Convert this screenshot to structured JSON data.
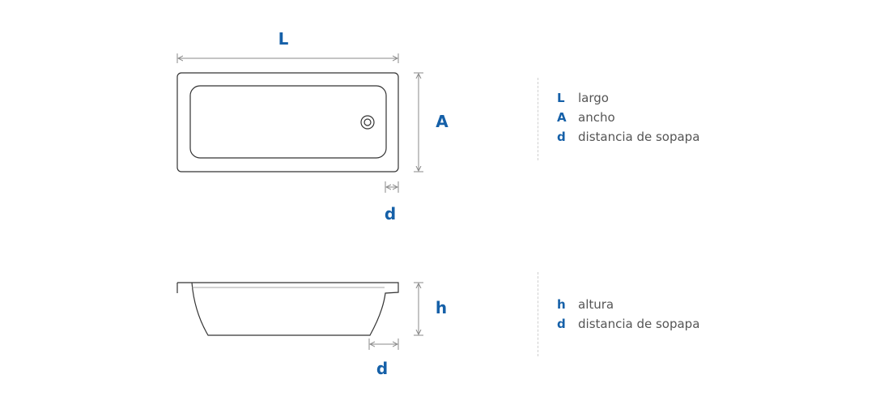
{
  "colors": {
    "accent": "#1560a8",
    "outline": "#333333",
    "dimension": "#8a8a8a",
    "text": "#555555"
  },
  "top_view": {
    "label_length": "L",
    "label_width": "A",
    "label_drain": "d"
  },
  "side_view": {
    "label_height": "h",
    "label_drain": "d"
  },
  "legend_top": [
    {
      "key": "L",
      "desc": "largo"
    },
    {
      "key": "A",
      "desc": "ancho"
    },
    {
      "key": "d",
      "desc": "distancia de sopapa"
    }
  ],
  "legend_bottom": [
    {
      "key": "h",
      "desc": "altura"
    },
    {
      "key": "d",
      "desc": "distancia de sopapa"
    }
  ]
}
